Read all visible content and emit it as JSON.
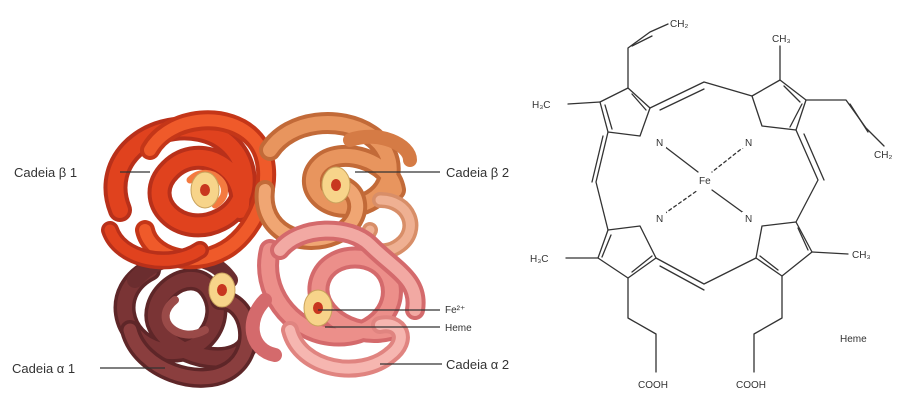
{
  "protein": {
    "labels": {
      "beta1": "Cadeia β 1",
      "beta2": "Cadeia β 2",
      "alpha1": "Cadeia α 1",
      "alpha2": "Cadeia α 2",
      "fe": "Fe²⁺",
      "heme": "Heme"
    },
    "colors": {
      "beta1": "#e0421e",
      "beta2": "#df8a55",
      "alpha1": "#7a3435",
      "alpha2": "#ec8f8a",
      "heme_outer": "#f7d48a",
      "heme_inner": "#c8361f"
    }
  },
  "structure": {
    "groups": {
      "ch2_top": "CH₂",
      "ch3_top": "CH₃",
      "h3c_left_top": "H₃C",
      "ch2_right": "CH₂",
      "h3c_left_bottom": "H₃C",
      "ch3_right": "CH₃",
      "cooh_left": "COOH",
      "cooh_right": "COOH"
    },
    "atoms": {
      "n_top_left": "N",
      "n_top_right": "N",
      "n_bottom_left": "N",
      "n_bottom_right": "N",
      "fe": "Fe"
    },
    "caption": "Heme"
  }
}
